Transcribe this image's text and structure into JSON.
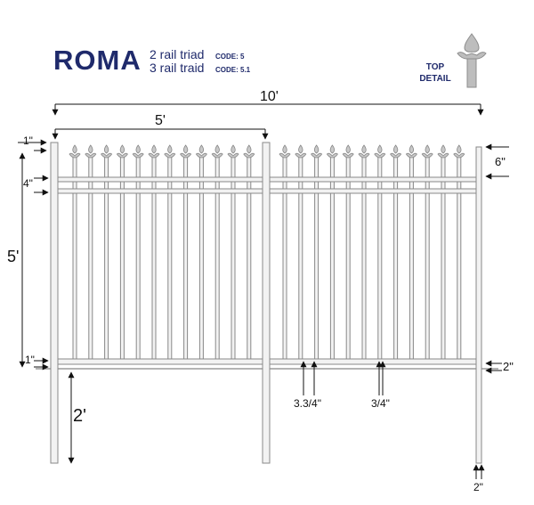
{
  "header": {
    "title": "ROMA",
    "variants": [
      {
        "label": "2 rail triad",
        "code": "CODE: 5"
      },
      {
        "label": "3 rail traid",
        "code": "CODE: 5.1"
      }
    ],
    "top_detail": [
      "TOP",
      "DETAIL"
    ]
  },
  "dimensions": {
    "overall_width": "10'",
    "half_width": "5'",
    "height": "5'",
    "below_ground": "2'",
    "top_offset": "1\"",
    "rail_gap": "4\"",
    "bottom_offset": "1\"",
    "picket_height": "6\"",
    "rail_thickness": "2\"",
    "picket_spacing": "3.3/4\"",
    "picket_width": "3/4\"",
    "post_width": "2\""
  },
  "colors": {
    "brand": "#1f2a6b",
    "fence_fill": "#f2f2f2",
    "fence_stroke": "#888888",
    "ground": "#9a9a9a",
    "dim_line": "#111111"
  }
}
